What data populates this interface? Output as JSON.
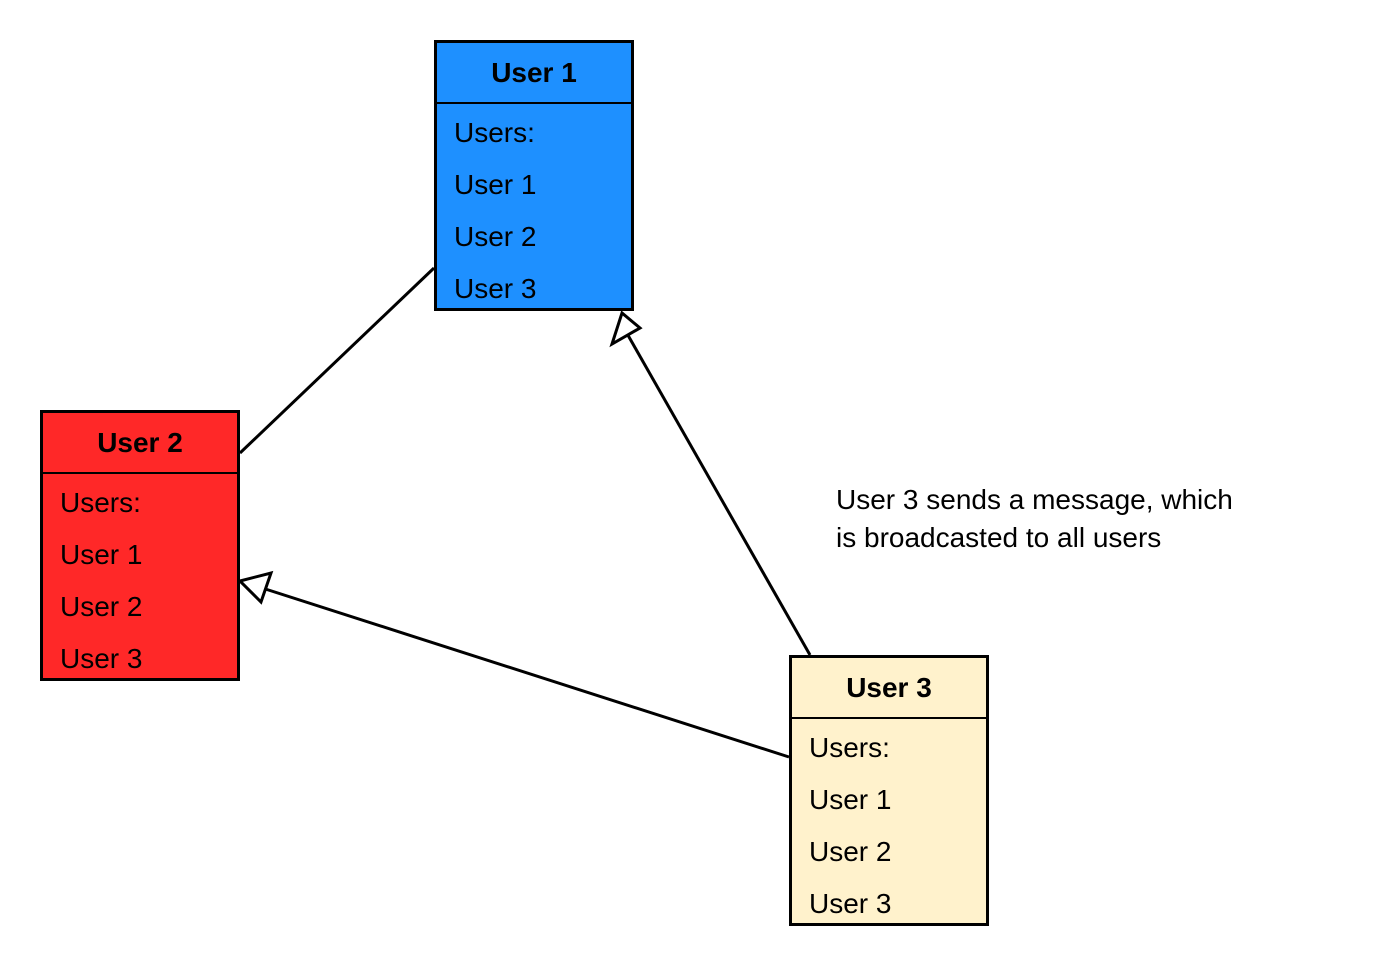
{
  "colors": {
    "user1": "#1e90ff",
    "user2": "#ff2828",
    "user3": "#fff2cc",
    "stroke": "#000000"
  },
  "boxes": {
    "user1": {
      "title": "User 1",
      "items": [
        "Users:",
        "User 1",
        "User 2",
        "User 3"
      ]
    },
    "user2": {
      "title": "User 2",
      "items": [
        "Users:",
        "User 1",
        "User 2",
        "User 3"
      ]
    },
    "user3": {
      "title": "User 3",
      "items": [
        "Users:",
        "User 1",
        "User 2",
        "User 3"
      ]
    }
  },
  "caption": {
    "line1": "User 3 sends a message, which",
    "line2": "is broadcasted to all users"
  },
  "connectors": [
    {
      "from": "User 2",
      "to": "User 1",
      "arrowhead": "none"
    },
    {
      "from": "User 3",
      "to": "User 1",
      "arrowhead": "hollow-triangle"
    },
    {
      "from": "User 3",
      "to": "User 2",
      "arrowhead": "hollow-triangle"
    }
  ]
}
